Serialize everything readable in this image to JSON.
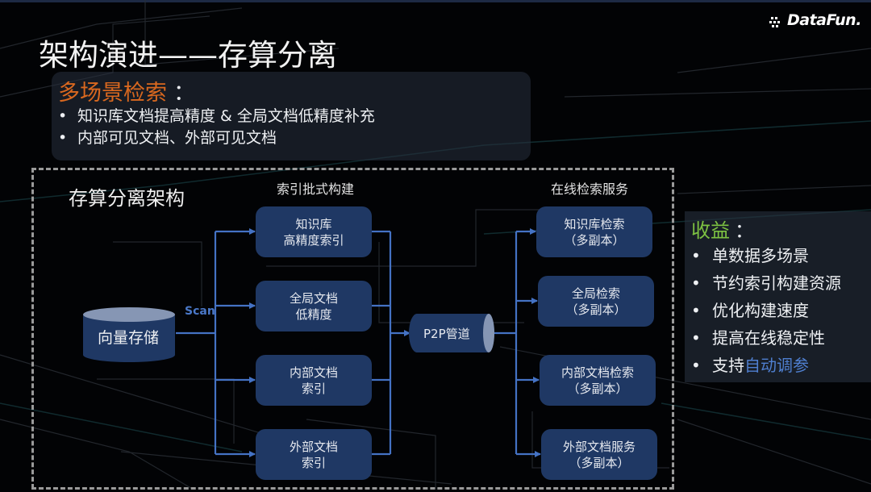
{
  "slide": {
    "title": "架构演进——存算分离",
    "logo_text": "DataFun.",
    "logo_icon": "datafun-dots-icon"
  },
  "scenario": {
    "heading": "多场景检索",
    "colon": "：",
    "bullet_char": "•",
    "items": [
      "知识库文档提高精度 & 全局文档低精度补充",
      "内部可见文档、外部可见文档"
    ],
    "heading_color": "#d9681f"
  },
  "architecture": {
    "title": "存算分离架构",
    "batch_header": "索引批式构建",
    "online_header": "在线检索服务",
    "source": {
      "label": "向量存储",
      "shape": "cylinder"
    },
    "scan_label": "Scan",
    "index_nodes": [
      {
        "line1": "知识库",
        "line2": "高精度索引"
      },
      {
        "line1": "全局文档",
        "line2": "低精度"
      },
      {
        "line1": "内部文档",
        "line2": "索引"
      },
      {
        "line1": "外部文档",
        "line2": "索引"
      }
    ],
    "pipe": {
      "label": "P2P管道",
      "shape": "horizontal-cylinder"
    },
    "service_nodes": [
      {
        "line1": "知识库检索",
        "line2": "（多副本）"
      },
      {
        "line1": "全局检索",
        "line2": "（多副本）"
      },
      {
        "line1": "内部文档检索",
        "line2": "（多副本）"
      },
      {
        "line1": "外部文档服务",
        "line2": "（多副本）"
      }
    ],
    "node_color": "#1f3864",
    "arrow_color": "#4472c4"
  },
  "benefits": {
    "heading": "收益",
    "colon": "：",
    "bullet_char": "•",
    "items": [
      {
        "text": "单数据多场景",
        "highlight": ""
      },
      {
        "text": "节约索引构建资源",
        "highlight": ""
      },
      {
        "text": "优化构建速度",
        "highlight": ""
      },
      {
        "text": "提高在线稳定性",
        "highlight": ""
      },
      {
        "text": "支持",
        "highlight": "自动调参"
      }
    ],
    "heading_color": "#7dc242",
    "highlight_color": "#4f7fd0"
  }
}
